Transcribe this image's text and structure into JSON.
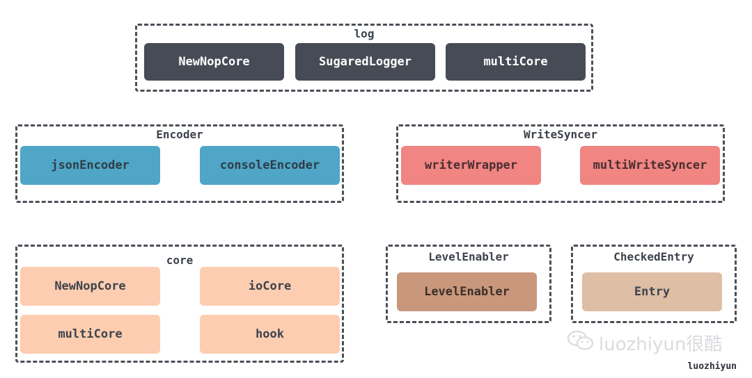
{
  "groups": {
    "log": {
      "title": "log",
      "items": [
        "NewNopCore",
        "SugaredLogger",
        "multiCore"
      ]
    },
    "encoder": {
      "title": "Encoder",
      "items": [
        "jsonEncoder",
        "consoleEncoder"
      ]
    },
    "write_syncer": {
      "title": "WriteSyncer",
      "items": [
        "writerWrapper",
        "multiWriteSyncer"
      ]
    },
    "core": {
      "title": "core",
      "items": [
        "NewNopCore",
        "ioCore",
        "multiCore",
        "hook"
      ]
    },
    "level_enabler": {
      "title": "LevelEnabler",
      "items": [
        "LevelEnabler"
      ]
    },
    "checked_entry": {
      "title": "CheckedEntry",
      "items": [
        "Entry"
      ]
    }
  },
  "watermark": {
    "text": "luozhiyun很酷",
    "icon": "wechat-icon"
  },
  "credit": "luozhiyun",
  "colors": {
    "border": "#4a4f57",
    "log": "#464b55",
    "encoder": "#4fa6c6",
    "write_syncer": "#f08582",
    "core": "#fdcdb1",
    "level_enabler": "#c9987c",
    "checked_entry": "#dfbea6"
  }
}
